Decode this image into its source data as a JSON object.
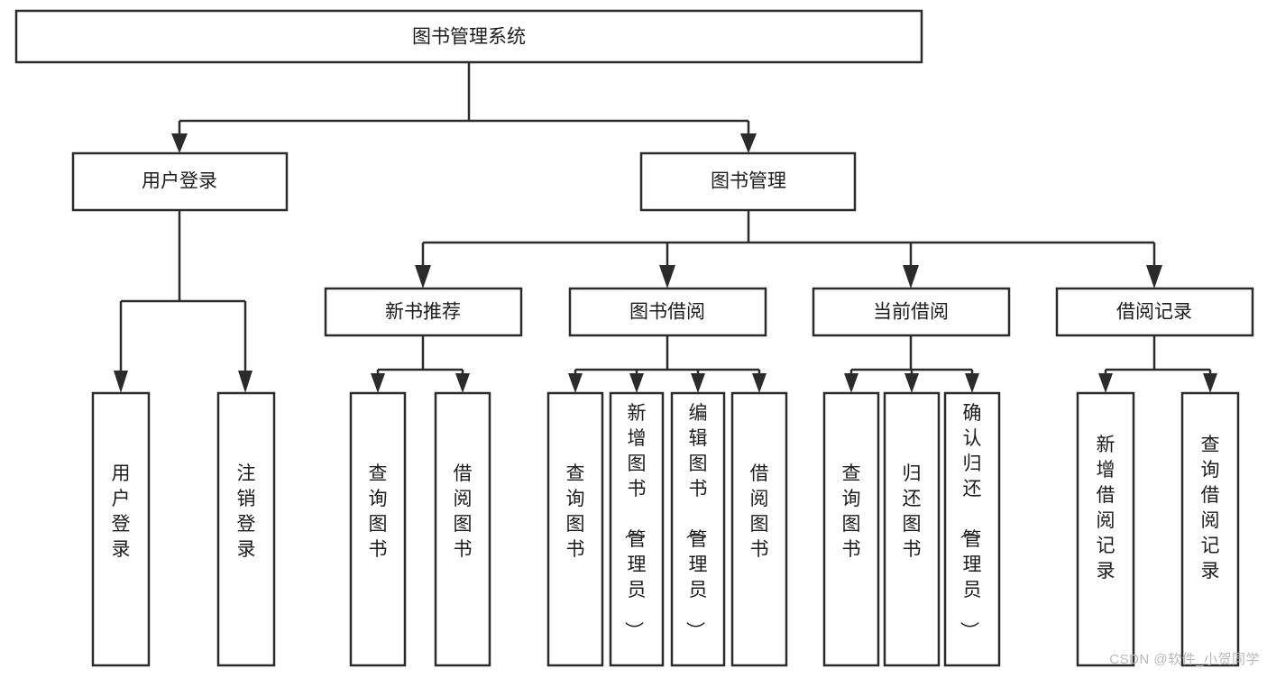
{
  "diagram": {
    "type": "tree-hierarchy-chart",
    "title": "图书管理系统",
    "orientation": "top-down",
    "colors": {
      "box_stroke": "#2b2b2b",
      "box_fill": "#ffffff",
      "connector": "#2b2b2b",
      "text": "#1c1c1c",
      "watermark": "#b9b9b9",
      "background": "#ffffff"
    },
    "levels": {
      "root": {
        "label": "图书管理系统"
      },
      "level2": [
        {
          "label": "用户登录"
        },
        {
          "label": "图书管理"
        }
      ],
      "level3": [
        {
          "label": "新书推荐"
        },
        {
          "label": "图书借阅"
        },
        {
          "label": "当前借阅"
        },
        {
          "label": "借阅记录"
        }
      ]
    },
    "leaves": {
      "user_login": [
        {
          "label": "用户登录"
        },
        {
          "label": "注销登录"
        }
      ],
      "new_book_recommend": [
        {
          "label": "查询图书"
        },
        {
          "label": "借阅图书"
        }
      ],
      "book_borrow": [
        {
          "label": "查询图书"
        },
        {
          "label": "新增图书（管理员）"
        },
        {
          "label": "编辑图书（管理员）"
        },
        {
          "label": "借阅图书"
        }
      ],
      "current_borrow": [
        {
          "label": "查询图书"
        },
        {
          "label": "归还图书"
        },
        {
          "label": "确认归还（管理员）"
        }
      ],
      "borrow_record": [
        {
          "label": "新增借阅记录"
        },
        {
          "label": "查询借阅记录"
        }
      ]
    }
  },
  "watermark": {
    "text": "CSDN @软件_小贺同学"
  }
}
